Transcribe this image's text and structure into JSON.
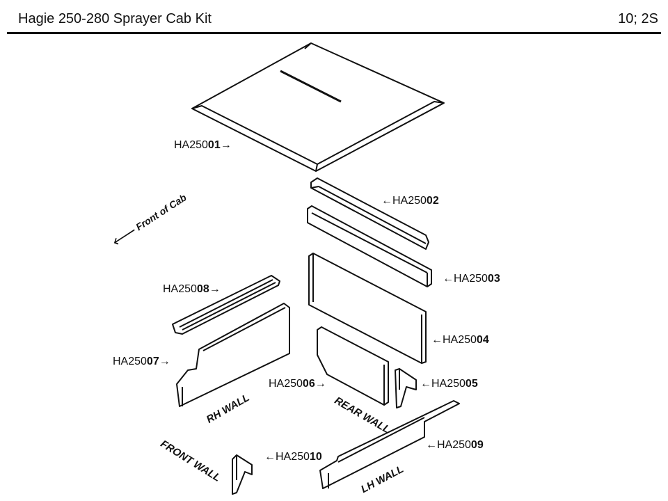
{
  "header": {
    "title": "Hagie 250-280 Sprayer Cab Kit",
    "code": "10; 2S"
  },
  "direction": {
    "text": "Front of Cab",
    "arrow": "🡐"
  },
  "parts": [
    {
      "id": "roof",
      "prefix": "HA250",
      "suffix": "01",
      "arrow": "→"
    },
    {
      "id": "rear-top-trim",
      "prefix": "HA250",
      "suffix": "02",
      "arrow": "←"
    },
    {
      "id": "rear-upper-panel",
      "prefix": "HA250",
      "suffix": "03",
      "arrow": "←"
    },
    {
      "id": "rear-wall-large",
      "prefix": "HA250",
      "suffix": "04",
      "arrow": "←"
    },
    {
      "id": "rear-corner",
      "prefix": "HA250",
      "suffix": "05",
      "arrow": "←"
    },
    {
      "id": "rear-wall-lower",
      "prefix": "HA250",
      "suffix": "06",
      "arrow": "→"
    },
    {
      "id": "rh-wall",
      "prefix": "HA250",
      "suffix": "07",
      "arrow": "→"
    },
    {
      "id": "rh-rail",
      "prefix": "HA250",
      "suffix": "08",
      "arrow": "→"
    },
    {
      "id": "lh-wall",
      "prefix": "HA250",
      "suffix": "09",
      "arrow": "←"
    },
    {
      "id": "front-corner",
      "prefix": "HA250",
      "suffix": "10",
      "arrow": "←"
    }
  ],
  "walls": {
    "rh": "RH WALL",
    "rear": "REAR WALL",
    "front": "FRONT WALL",
    "lh": "LH WALL"
  }
}
